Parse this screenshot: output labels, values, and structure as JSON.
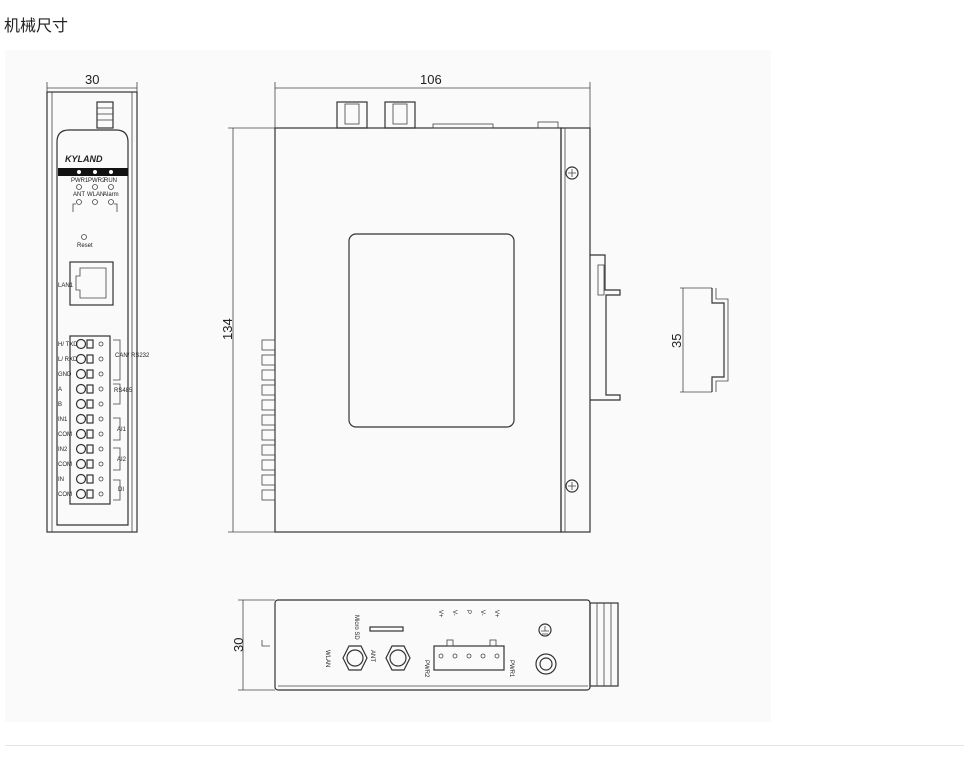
{
  "page": {
    "title": "机械尺寸"
  },
  "dimensions": {
    "front_width": "30",
    "side_width": "106",
    "height": "134",
    "din_rail": "35",
    "bottom_depth": "30"
  },
  "front_panel": {
    "brand": "KYLAND",
    "led_row1": [
      "PWR1",
      "PWR2",
      "RUN"
    ],
    "led_row2": [
      "ANT",
      "WLAN",
      "Alarm"
    ],
    "reset": "Reset",
    "lan": "LAN1",
    "terminals": [
      "H/ TXD",
      "L/ RXD",
      "GND",
      "A",
      "B",
      "IN1",
      "COM",
      "IN2",
      "COM",
      "IN",
      "COM"
    ],
    "groups": [
      "CAN/ RS232",
      "RS485",
      "AI1",
      "AI2",
      "DI"
    ]
  },
  "bottom_panel": {
    "wlan": "WLAN",
    "ant": "ANT",
    "micro_sd": "Micro SD",
    "power_pins": [
      "V+",
      "V-",
      "P",
      "V-",
      "V+"
    ],
    "pwr2": "PWR2",
    "pwr1": "PWR1"
  }
}
